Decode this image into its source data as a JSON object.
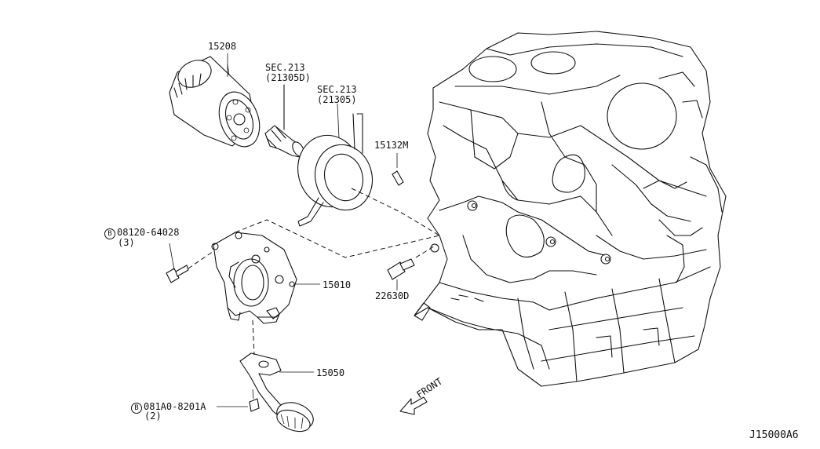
{
  "parts": {
    "oil_filter": {
      "number": "15208"
    },
    "connector_sec_d": {
      "line1": "SEC.213",
      "line2": "(21305D)"
    },
    "connector_sec": {
      "line1": "SEC.213",
      "line2": "(21305)"
    },
    "dowel_pin": {
      "number": "15132M"
    },
    "pump_bolt": {
      "badge": "B",
      "number": "08120-64028",
      "qty": "(3)"
    },
    "oil_pump": {
      "number": "15010"
    },
    "pressure_switch": {
      "number": "22630D"
    },
    "strainer": {
      "number": "15050"
    },
    "strainer_bolt": {
      "badge": "B",
      "number": "081A0-8201A",
      "qty": "(2)"
    }
  },
  "direction": {
    "label": "FRONT"
  },
  "diagram_code": "J15000A6"
}
